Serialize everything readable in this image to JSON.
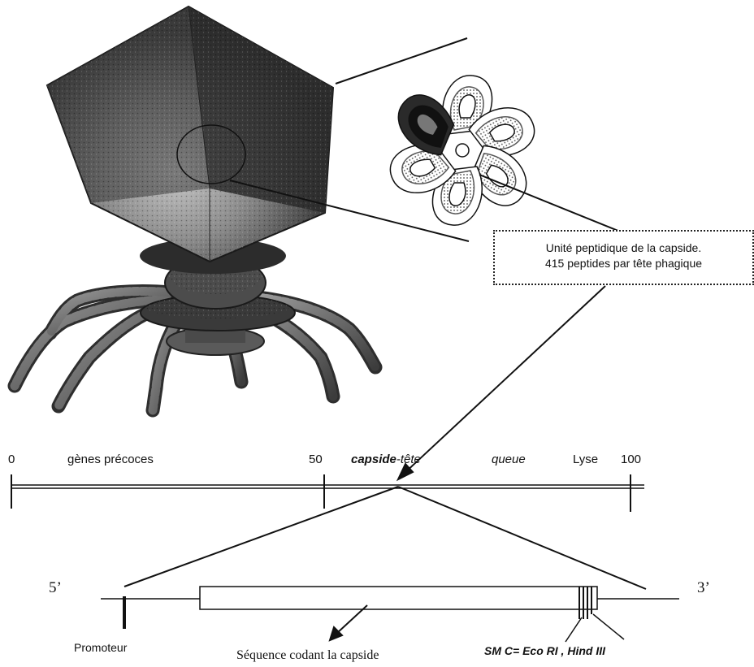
{
  "callout": {
    "line1": "Unité peptidique de la capside.",
    "line2": "415 peptides par tête phagique"
  },
  "genome_map": {
    "tick_0": "0",
    "tick_50": "50",
    "tick_100": "100",
    "region_early": "gènes précoces",
    "region_capsid_main": "capside",
    "region_capsid_suffix": "-tête",
    "region_tail": "queue",
    "region_lysis": "Lyse"
  },
  "gene_detail": {
    "end_5": "5’",
    "end_3": "3’",
    "promoter": "Promoteur",
    "coding_sequence": "Séquence codant la capside",
    "cloning_site_prefix": "SM C= ",
    "cloning_site_enzyme1": "Eco RI",
    "cloning_site_sep": " , ",
    "cloning_site_enzyme2": "Hind III"
  },
  "colors": {
    "capsid_dark": "#2a2a2a",
    "capsid_mid": "#6a6a6a",
    "capsid_light": "#b8b8b8",
    "line": "#111111"
  }
}
